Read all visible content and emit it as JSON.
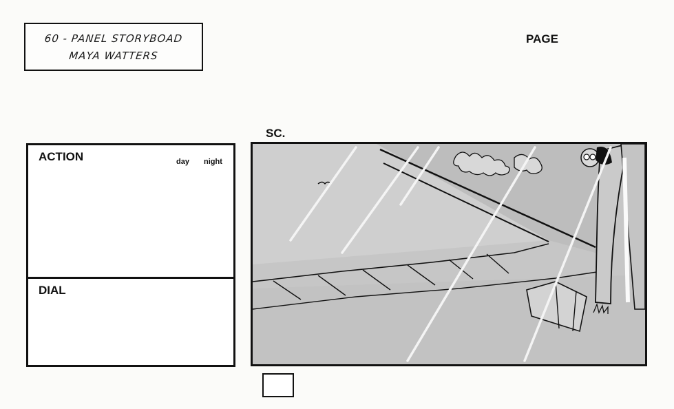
{
  "header": {
    "title_line1": "60 - PANEL STORYBOAD",
    "title_line2": "MAYA WATTERS",
    "page_label": "PAGE"
  },
  "scene": {
    "label": "SC."
  },
  "action_box": {
    "heading": "ACTION",
    "day_label": "day",
    "night_label": "night"
  },
  "dialogue_box": {
    "heading": "DIAL"
  },
  "colors": {
    "ink": "#111111",
    "panel_gray": "#c9c9c9",
    "paper": "#fbfbf9"
  }
}
